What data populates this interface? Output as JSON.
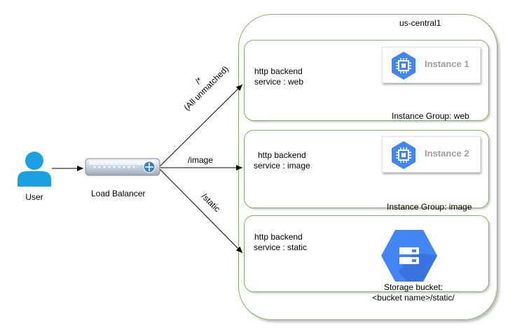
{
  "region": {
    "label": "us-central1"
  },
  "user": {
    "label": "User",
    "icon": "user-icon"
  },
  "load_balancer": {
    "label": "Load Balancer",
    "icon": "load-balancer-icon"
  },
  "routes": [
    {
      "path": "/*",
      "note": "(All unmatched)"
    },
    {
      "path": "/image"
    },
    {
      "path": "/static"
    }
  ],
  "groups": [
    {
      "service_line1": "http backend",
      "service_line2": "service : web",
      "instance": "Instance 1",
      "group_label": "Instance Group: web"
    },
    {
      "service_line1": "http backend",
      "service_line2": "service : image",
      "instance": "Instance 2",
      "group_label": "Instance Group: image"
    },
    {
      "service_line1": "http backend",
      "service_line2": "service : static",
      "bucket_line1": "Storage bucket:",
      "bucket_line2": "<bucket name>/static/"
    }
  ],
  "colors": {
    "accent": "#4285f4",
    "region_border": "#82b366",
    "user": "#1ba1e2"
  }
}
